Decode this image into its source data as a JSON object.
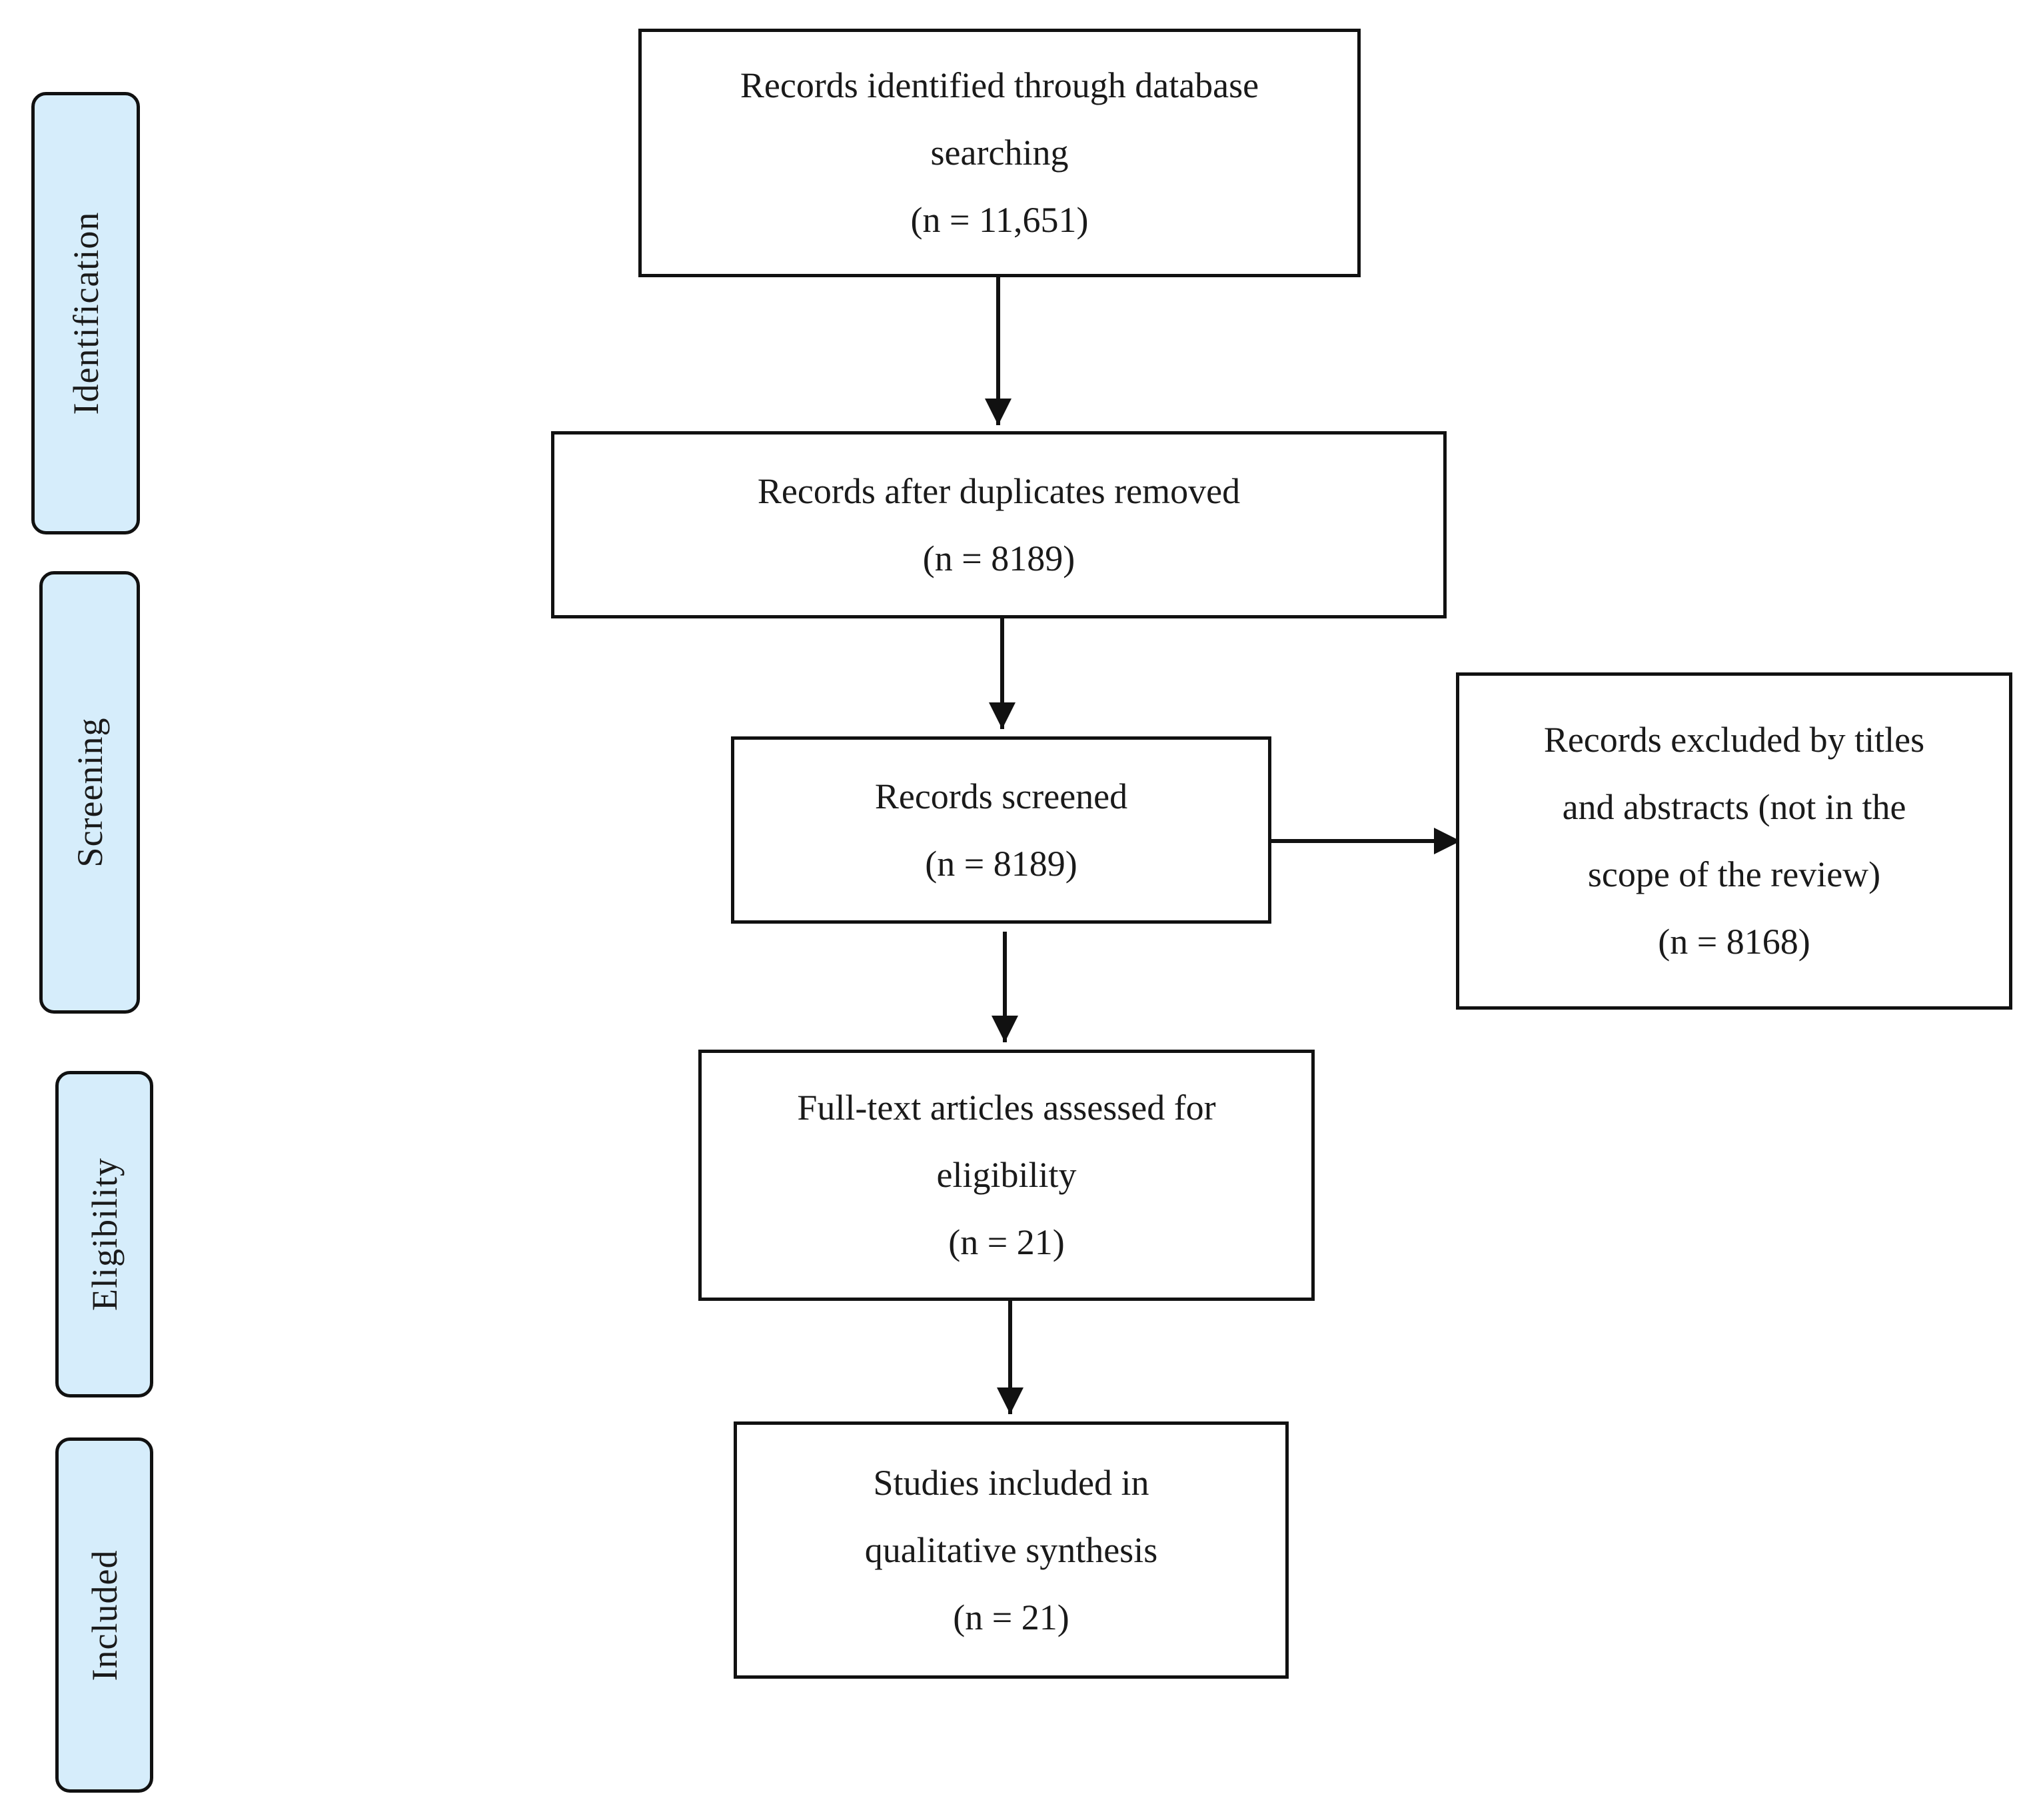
{
  "phases": {
    "identification": "Identification",
    "screening": "Screening",
    "eligibility": "Eligibility",
    "included": "Included"
  },
  "boxes": {
    "identified": {
      "lines": [
        "Records identified through database",
        "searching",
        "(n = 11,651)"
      ]
    },
    "deduplicated": {
      "lines": [
        "Records after duplicates removed",
        "(n = 8189)"
      ]
    },
    "screened": {
      "lines": [
        "Records screened",
        "(n = 8189)"
      ]
    },
    "excluded": {
      "lines": [
        "Records excluded by titles",
        "and abstracts (not in the",
        "scope of the review)",
        "(n = 8168)"
      ]
    },
    "fulltext": {
      "lines": [
        "Full-text articles assessed for",
        "eligibility",
        "(n = 21)"
      ]
    },
    "included": {
      "lines": [
        "Studies included in",
        "qualitative synthesis",
        "(n = 21)"
      ]
    }
  },
  "colors": {
    "phase_fill": "#d6edfb",
    "stroke": "#111111"
  }
}
